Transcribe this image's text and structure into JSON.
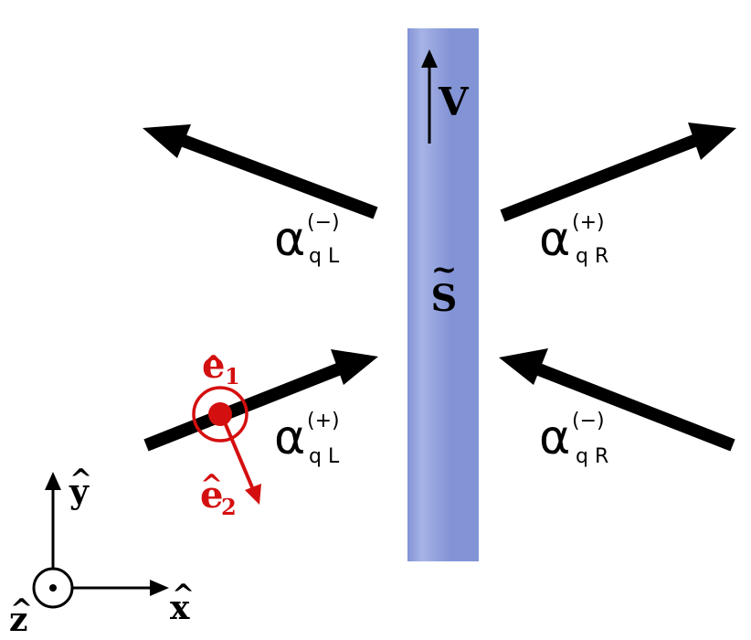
{
  "colors": {
    "slab": "#8394d6",
    "slab_highlight": "#a7b3e6",
    "arrow": "#000000",
    "polarization": "#d40f0f"
  },
  "slab_label": {
    "base": "S",
    "accent": "~"
  },
  "velocity_label": "V",
  "modes": [
    {
      "symbol": "α",
      "sup": "(−)",
      "sub": "q L"
    },
    {
      "symbol": "α",
      "sup": "(+)",
      "sub": "q R"
    },
    {
      "symbol": "α",
      "sup": "(+)",
      "sub": "q L"
    },
    {
      "symbol": "α",
      "sup": "(−)",
      "sub": "q R"
    }
  ],
  "polarization": {
    "e1": {
      "base": "e",
      "hat": "^",
      "sub": "1"
    },
    "e2": {
      "base": "e",
      "hat": "^",
      "sub": "2"
    }
  },
  "axes": {
    "x": {
      "base": "x",
      "hat": "^"
    },
    "y": {
      "base": "y",
      "hat": "^"
    },
    "z": {
      "base": "z",
      "hat": "^"
    }
  }
}
